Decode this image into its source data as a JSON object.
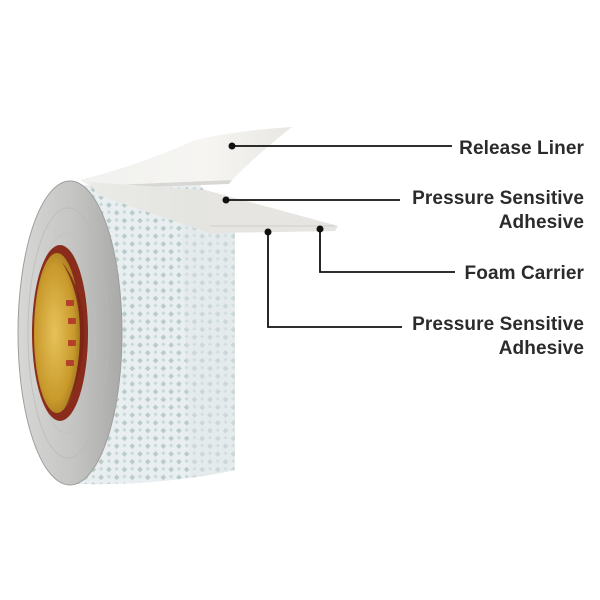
{
  "callouts": [
    {
      "label": "Release Liner"
    },
    {
      "label_lines": [
        "Pressure Sensitive",
        "Adhesive"
      ]
    },
    {
      "label": "Foam Carrier"
    },
    {
      "label_lines": [
        "Pressure Sensitive",
        "Adhesive"
      ]
    }
  ]
}
